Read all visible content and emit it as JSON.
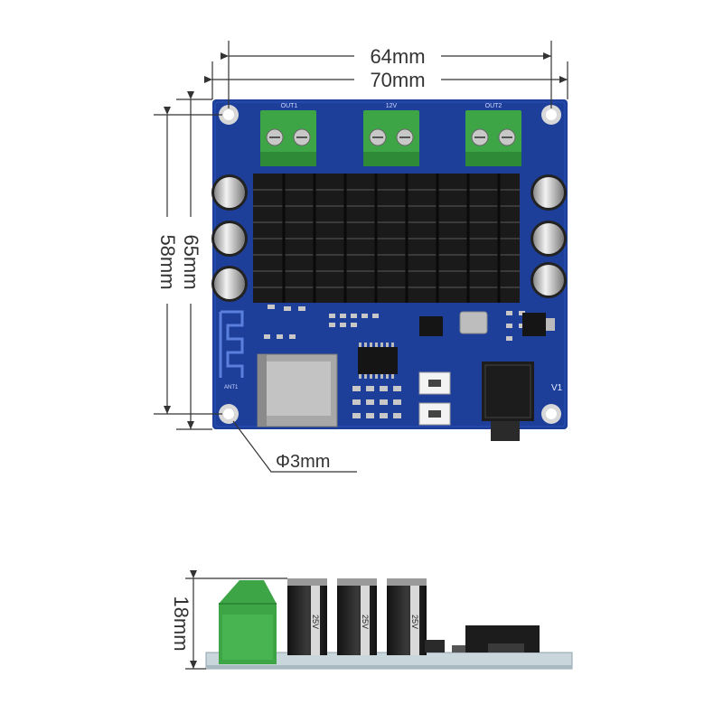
{
  "dimensions": {
    "hole_width": "64mm",
    "board_width": "70mm",
    "board_height": "65mm",
    "hole_height": "58mm",
    "hole_diameter": "Φ3mm",
    "side_height": "18mm"
  },
  "board": {
    "terminal_labels": [
      "OUT1",
      "12V",
      "OUT2"
    ],
    "capacitor_label": "25V",
    "version_label": "V1",
    "antenna_label": "ANT1",
    "colors": {
      "pcb": "#1d3f9a",
      "pcb_dark": "#152f78",
      "terminal": "#3ea547",
      "heatsink": "#1a1a1a",
      "dimension_line": "#333333"
    }
  }
}
